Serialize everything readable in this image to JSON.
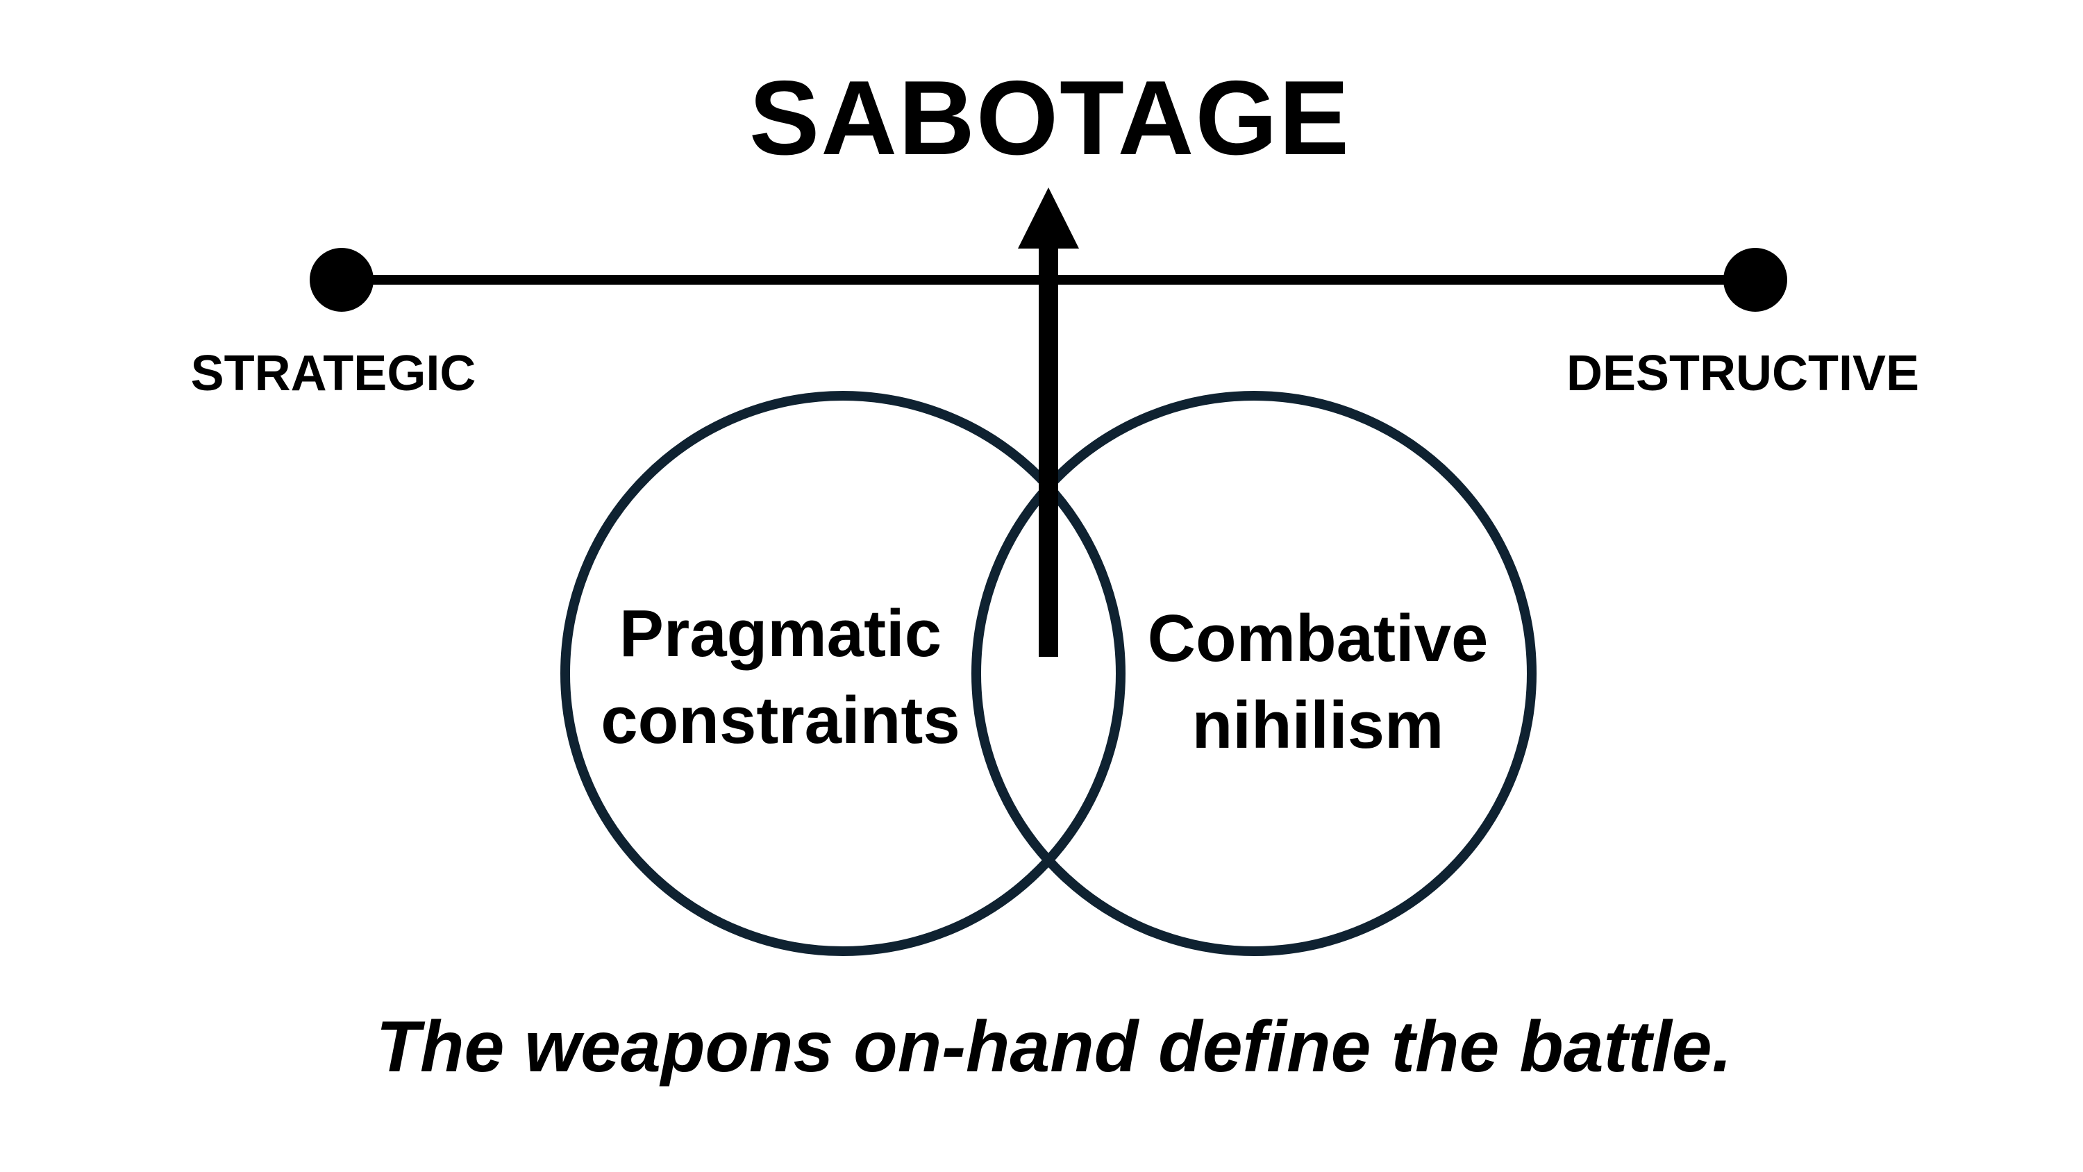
{
  "diagram": {
    "title": "SABOTAGE",
    "left_pole_label": "STRATEGIC",
    "right_pole_label": "DESTRUCTIVE",
    "left_circle": {
      "line1": "Pragmatic",
      "line2": "constraints"
    },
    "right_circle": {
      "line1": "Combative",
      "line2": "nihilism"
    },
    "caption": "The weapons on-hand define the battle."
  },
  "colors": {
    "ink": "#000000",
    "circle_stroke": "#0f2231",
    "background": "#ffffff"
  }
}
